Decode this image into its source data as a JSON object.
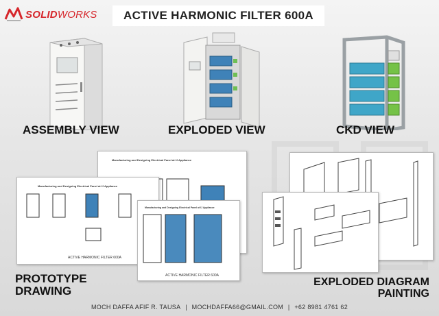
{
  "header": {
    "title": "ACTIVE HARMONIC FILTER 600A",
    "logo": {
      "brand_prefix": "SOLID",
      "brand_suffix": "WORKS",
      "icon": "solidworks-logo-icon",
      "color": "#d6262b"
    }
  },
  "views": [
    {
      "label": "ASSEMBLY VIEW"
    },
    {
      "label": "EXPLODED VIEW"
    },
    {
      "label": "CKD VIEW"
    }
  ],
  "drawings": {
    "sheet_back": {
      "title": "Manufacturing and Designing Electrical Panel at IJ Appliance"
    },
    "sheet_front": {
      "title": "Manufacturing and Designing Electrical Panel at IJ Appliance",
      "name": "ACTIVE HARMONIC FILTER 600A"
    },
    "sheet_left": {
      "title": "Manufacturing and Designing Electrical Panel at IJ Appliance",
      "name": "ACTIVE HARMONIC FILTER 600A"
    }
  },
  "labels": {
    "prototype_line1": "PROTOTYPE",
    "prototype_line2": "DRAWING",
    "exploded_line1": "EXPLODED DIAGRAM",
    "exploded_line2": "PAINTING"
  },
  "footer": {
    "name": "MOCH DAFFA AFIF R. TAUSA",
    "separator": "|",
    "email": "MOCHDAFFA66@GMAIL.COM",
    "phone": "+62 8981 4761 62"
  }
}
